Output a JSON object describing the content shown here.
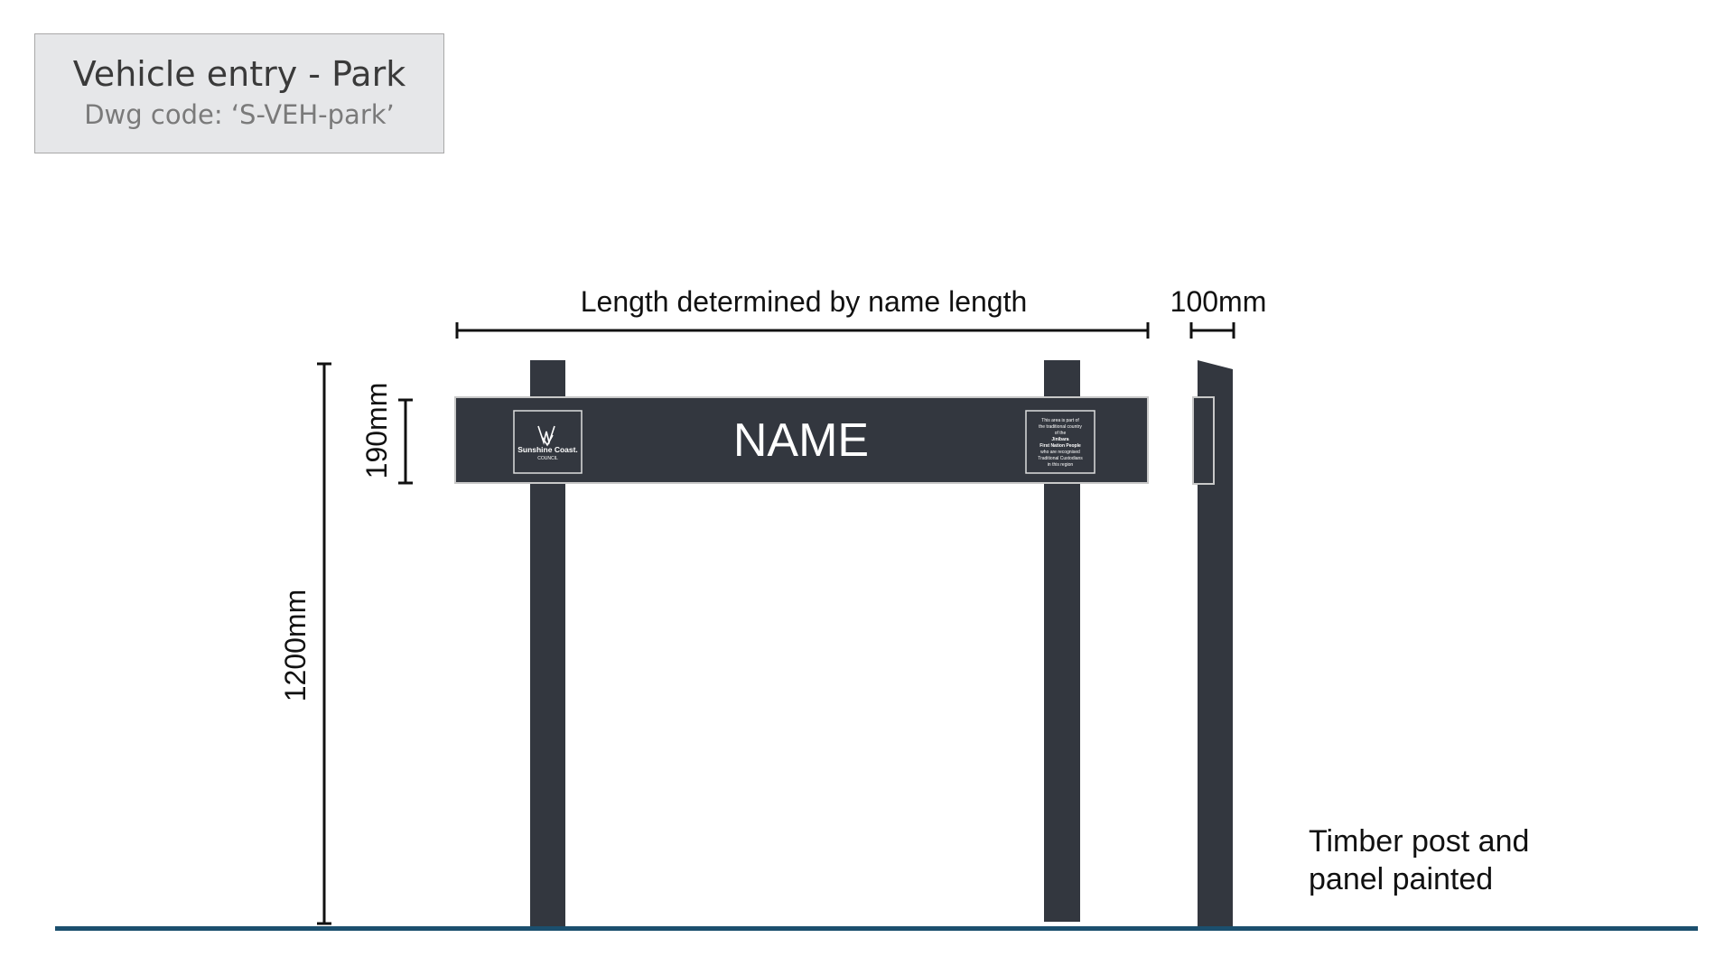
{
  "header": {
    "title": "Vehicle entry - Park",
    "drawing_code": "Dwg code: ‘S-VEH-park’"
  },
  "dimensions": {
    "length_label": "Length determined by name length",
    "depth_label": "100mm",
    "height_label": "1200mm",
    "panel_height_label": "190mm"
  },
  "sign": {
    "name": "NAME",
    "logo_text": "Sunshine Coast.",
    "logo_subtext": "COUNCIL",
    "plaque_lines": [
      "This area is part of",
      "the traditional country",
      "of the",
      "Jinibara",
      "First Nation People",
      "who are recognised",
      "Traditional Custodians",
      "in this region"
    ]
  },
  "note": {
    "line1": "Timber post and",
    "line2": "panel painted"
  },
  "colors": {
    "post": "#33373f",
    "ground": "#1b4f6e",
    "title_bg": "#e6e7e9"
  }
}
